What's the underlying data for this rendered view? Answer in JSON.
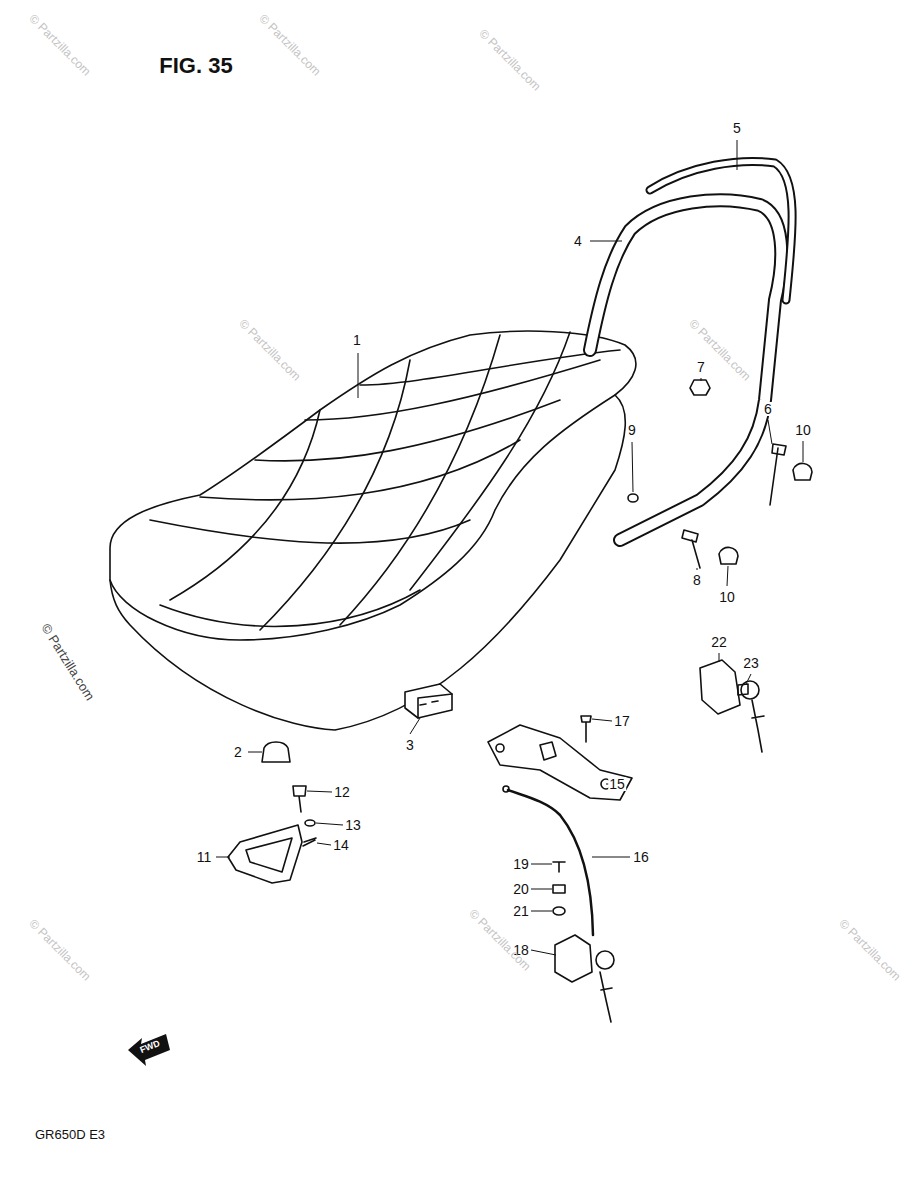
{
  "diagram": {
    "title": "FIG. 35",
    "labels": [
      "1",
      "2",
      "3",
      "4",
      "5",
      "6",
      "7",
      "8",
      "9",
      "10",
      "10",
      "11",
      "12",
      "13",
      "14",
      "15",
      "16",
      "17",
      "18",
      "19",
      "20",
      "21",
      "22",
      "23",
      "FWD",
      "GR650D E3",
      "© Partzilla.com",
      "© Partzilla.com",
      "© Partzilla.com",
      "© Partzilla.com",
      "© Partzilla.com",
      "© Partzilla.com",
      "© Partzilla.com",
      "© Partzilla.com",
      "© Partzilla.com"
    ]
  }
}
